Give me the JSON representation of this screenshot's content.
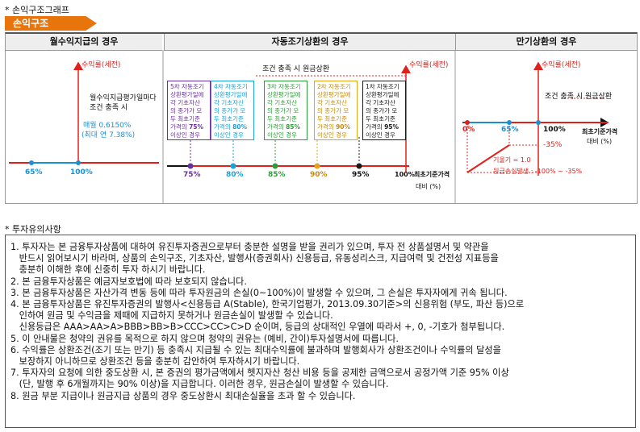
{
  "section1_title": "* 손익구조그래프",
  "tag_label": "손익구조",
  "panels": {
    "left": {
      "header": "월수익지급의 경우",
      "y_axis_label": "수익률(세전)",
      "condition_1": "월수익지급평가일마다",
      "condition_2": "조건 충족 시",
      "rate_1": "매월 0.6150%",
      "rate_2": "(최대 연 7.38%)",
      "tick_1": "65%",
      "tick_2": "100%"
    },
    "middle": {
      "header": "자동조기상환의 경우",
      "condition": "조건 충족 시 원금상환",
      "y_axis_label": "수익률(세전)",
      "boxes": [
        {
          "lines": [
            "5차 자동조기",
            "상환평가일에",
            "각 기초자산",
            "의 종가가 모",
            "두 최초기준",
            "가격의 ",
            "75%",
            "이상인 경우"
          ],
          "tick": "75%"
        },
        {
          "lines": [
            "4차 자동조기",
            "상환평가일에",
            "각 기초자산",
            "의 종가가 모",
            "두 최초기준",
            "가격의 ",
            "80%",
            "이상인 경우"
          ],
          "tick": "80%"
        },
        {
          "lines": [
            "3차 자동조기",
            "상환평가일에",
            "각 기초자산",
            "의 종가가 모",
            "두 최초기준",
            "가격의 ",
            "85%",
            "이상인 경우"
          ],
          "tick": "85%"
        },
        {
          "lines": [
            "2차 자동조기",
            "상환평가일에",
            "각 기초자산",
            "의 종가가 모",
            "두 최초기준",
            "가격의 ",
            "90%",
            "이상인 경우"
          ],
          "tick": "90%"
        },
        {
          "lines": [
            "1차 자동조기",
            "상환평가일에",
            "각 기초자산",
            "의 종가가 모",
            "두 최초기준",
            "가격의 ",
            "95%",
            "이상인 경우"
          ],
          "tick": "95%"
        }
      ],
      "tick_end": "100%",
      "x_axis_label": "최초기준가격",
      "x_axis_label_2": "대비 (%)"
    },
    "right": {
      "header": "만기상환의 경우",
      "y_axis_label": "수익률(세전)",
      "condition": "조건 충족 시 원금상환",
      "tick_0": "0%",
      "tick_65": "65%",
      "tick_100": "100%",
      "x_axis_label": "최초기준가격",
      "x_axis_label_2": "대비 (%)",
      "minus35": "-35%",
      "slope_label": "기울기 = 1.0",
      "loss_label": "원금손실발생 : -100% ~ -35%"
    }
  },
  "section2_title": "* 투자유의사항",
  "notes": [
    {
      "num": "1.",
      "lines": [
        "투자자는 본 금융투자상품에 대하여 유진투자증권으로부터 충분한 설명을 받을 권리가 있으며, 투자 전 상품설명서 및 약관을",
        "반드시 읽어보시기 바라며, 상품의 손익구조, 기초자산, 발행사(증권회사) 신용등급, 유동성리스크, 지급여력 및 건전성 지표등을",
        "충분히 이해한 후에 신중히 투자 하시기 바랍니다."
      ]
    },
    {
      "num": "2.",
      "lines": [
        "본 금융투자상품은 예금자보호법에 따라 보호되지 않습니다."
      ]
    },
    {
      "num": "3.",
      "lines": [
        "본 금융투자상품은 자산가격 변동 등에 따라 투자원금의 손실(0~100%)이 발생할 수 있으며, 그 손실은 투자자에게 귀속 됩니다."
      ]
    },
    {
      "num": "4.",
      "lines": [
        "본 금융투자상품은 유진투자증권의 발행사<신용등급 A(Stable), 한국기업평가, 2013.09.30기준>의 신용위험 (부도, 파산 등)으로",
        "인하여 원금 및 수익금을 제때에 지급하지 못하거나 원금손실이 발생할 수 있습니다.",
        "신용등급은 AAA>AA>A>BBB>BB>B>CCC>CC>C>D 순이며, 등급의 상대적인 우열에 따라서 +, 0, -기호가 첨부됩니다."
      ]
    },
    {
      "num": "5.",
      "lines": [
        "이 안내물은 청약의 권유를 목적으로 하지 않으며 청약의 권유는 (예비, 간이)투자설명서에 따릅니다."
      ]
    },
    {
      "num": "6.",
      "lines": [
        "수익률은 상환조건(조기 또는 만기) 등 충족시 지급될 수 있는 최대수익률에 불과하며 발행회사가 상환조건이나 수익률의 달성을",
        "보장하지 아니하므로 상환조건 등을 충분히 감안하여 투자하시기 바랍니다."
      ]
    },
    {
      "num": "7.",
      "lines": [
        "투자자의 요청에 의한 중도상환 시, 본 증권의 평가금액에서 헷지자산 청산 비용 등을 공제한 금액으로서 공정가액 기준 95% 이상",
        "(단, 발행 후 6개월까지는 90% 이상)을 지급합니다. 이러한 경우, 원금손실이 발생할 수 있습니다."
      ]
    },
    {
      "num": "8.",
      "lines": [
        "원금 부분 지급이나 원금지급 상품의 경우 중도상환시 최대손실율을 초과 할 수 있습니다."
      ]
    }
  ],
  "colors": {
    "accent": "#e8740c",
    "red": "#e0201b",
    "blue": "#1a8fd6",
    "box_colors": [
      "#6a2fa0",
      "#1aa3d9",
      "#2e9e3a",
      "#e3a41a",
      "#1a1a1a"
    ],
    "dot_colors": [
      "#6a2fa0",
      "#1aa3d9",
      "#2e9e3a",
      "#e3a41a",
      "#1a1a1a"
    ]
  }
}
